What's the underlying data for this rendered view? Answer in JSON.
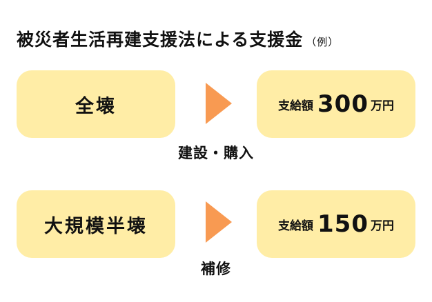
{
  "title": "被災者生活再建支援法による支援金",
  "title_note": "（例）",
  "rows": [
    {
      "damage": "全壊",
      "amount_prefix": "支給額",
      "amount": "300",
      "amount_unit": "万円",
      "purpose": "建設・購入"
    },
    {
      "damage": "大規模半壊",
      "amount_prefix": "支給額",
      "amount": "150",
      "amount_unit": "万円",
      "purpose": "補修"
    }
  ],
  "colors": {
    "box": "#FFEDA6",
    "arrow": "#F89A52"
  }
}
